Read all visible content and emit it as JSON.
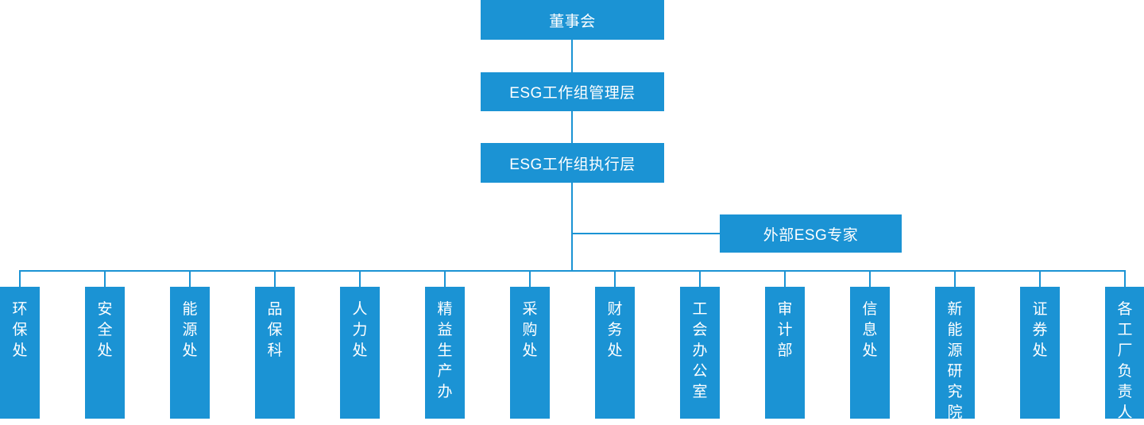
{
  "chart_data": {
    "type": "diagram",
    "diagram_kind": "organization-chart",
    "title": "",
    "accent_color": "#1b93d4",
    "text_color": "#ffffff",
    "background_color": "#ffffff",
    "orientation": "top-down",
    "levels": [
      {
        "level": 1,
        "nodes": [
          "董事会"
        ]
      },
      {
        "level": 2,
        "nodes": [
          "ESG工作组管理层"
        ]
      },
      {
        "level": 3,
        "nodes": [
          "ESG工作组执行层"
        ]
      },
      {
        "level": 4,
        "nodes": [
          "外部ESG专家"
        ]
      },
      {
        "level": 5,
        "nodes": [
          "环保处",
          "安全处",
          "能源处",
          "品保科",
          "人力处",
          "精益生产办",
          "采购处",
          "财务处",
          "工会办公室",
          "审计部",
          "信息处",
          "新能源研究院",
          "证券处",
          "各工厂负责人"
        ]
      }
    ],
    "edges": [
      {
        "from": "董事会",
        "to": "ESG工作组管理层"
      },
      {
        "from": "ESG工作组管理层",
        "to": "ESG工作组执行层"
      },
      {
        "from": "ESG工作组执行层",
        "to": "外部ESG专家"
      },
      {
        "from": "ESG工作组执行层",
        "to": "环保处"
      },
      {
        "from": "ESG工作组执行层",
        "to": "安全处"
      },
      {
        "from": "ESG工作组执行层",
        "to": "能源处"
      },
      {
        "from": "ESG工作组执行层",
        "to": "品保科"
      },
      {
        "from": "ESG工作组执行层",
        "to": "人力处"
      },
      {
        "from": "ESG工作组执行层",
        "to": "精益生产办"
      },
      {
        "from": "ESG工作组执行层",
        "to": "采购处"
      },
      {
        "from": "ESG工作组执行层",
        "to": "财务处"
      },
      {
        "from": "ESG工作组执行层",
        "to": "工会办公室"
      },
      {
        "from": "ESG工作组执行层",
        "to": "审计部"
      },
      {
        "from": "ESG工作组执行层",
        "to": "信息处"
      },
      {
        "from": "ESG工作组执行层",
        "to": "新能源研究院"
      },
      {
        "from": "ESG工作组执行层",
        "to": "证券处"
      },
      {
        "from": "ESG工作组执行层",
        "to": "各工厂负责人"
      }
    ]
  },
  "nodes": {
    "board": {
      "label": "董事会"
    },
    "esg_management": {
      "label": "ESG工作组管理层"
    },
    "esg_execution": {
      "label": "ESG工作组执行层"
    },
    "external_expert": {
      "label": "外部ESG专家"
    }
  },
  "departments": [
    {
      "id": "huanbaochu",
      "label": "环保处"
    },
    {
      "id": "anquanchu",
      "label": "安全处"
    },
    {
      "id": "nengyuanchu",
      "label": "能源处"
    },
    {
      "id": "pinbaoke",
      "label": "品保科"
    },
    {
      "id": "renlichu",
      "label": "人力处"
    },
    {
      "id": "jingyishengchanban",
      "label": "精益生产办"
    },
    {
      "id": "caigouchu",
      "label": "采购处"
    },
    {
      "id": "caiwuchu",
      "label": "财务处"
    },
    {
      "id": "gonghuibangongshi",
      "label": "工会办公室"
    },
    {
      "id": "shenjibu",
      "label": "审计部"
    },
    {
      "id": "xinxichu",
      "label": "信息处"
    },
    {
      "id": "xinnengyuanyanjiuyuan",
      "label": "新能源研究院"
    },
    {
      "id": "zhengquanchu",
      "label": "证券处"
    },
    {
      "id": "gegongchangfuzeren",
      "label": "各工厂负责人"
    }
  ]
}
